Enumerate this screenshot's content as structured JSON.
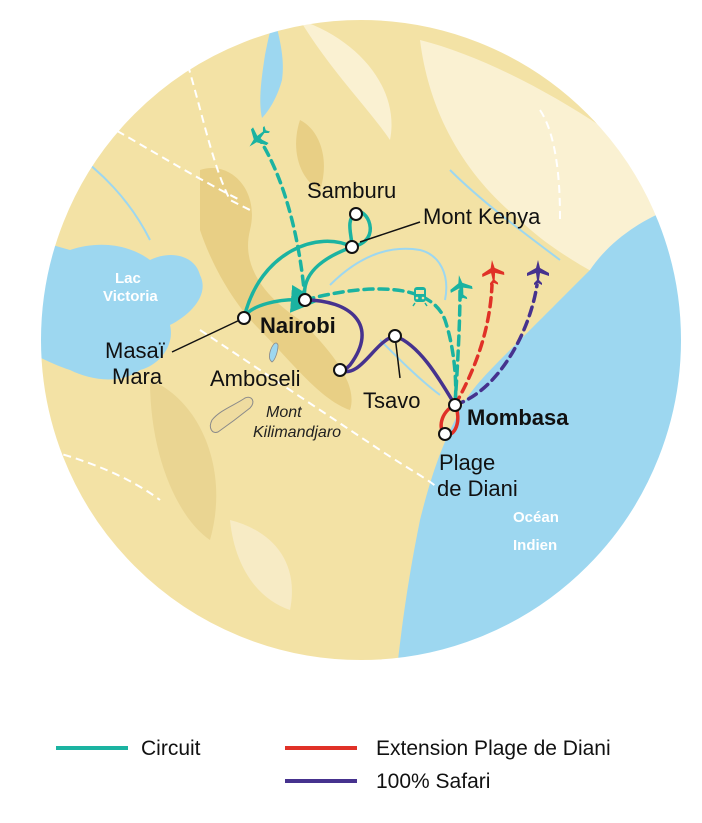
{
  "colors": {
    "land": "#F3E2A5",
    "land_dark": "#E8CF85",
    "land_light": "#FAF1D2",
    "water": "#9DD7F0",
    "circuit": "#1BB3A1",
    "extension": "#E03127",
    "safari": "#46328E",
    "border": "#ffffff"
  },
  "places": {
    "samburu": "Samburu",
    "mont_kenya": "Mont Kenya",
    "nairobi": "Nairobi",
    "masai_mara_1": "Masaï",
    "masai_mara_2": "Mara",
    "amboseli": "Amboseli",
    "tsavo": "Tsavo",
    "mombasa": "Mombasa",
    "plage_1": "Plage",
    "plage_2": "de Diani",
    "kili_1": "Mont",
    "kili_2": "Kilimandjaro"
  },
  "water_labels": {
    "lake_1": "Lac",
    "lake_2": "Victoria",
    "ocean_1": "Océan",
    "ocean_2": "Indien"
  },
  "icons": {
    "plane": "airplane-icon",
    "train": "train-icon"
  },
  "legend": {
    "circuit": "Circuit",
    "extension": "Extension Plage de Diani",
    "safari": "100% Safari"
  }
}
